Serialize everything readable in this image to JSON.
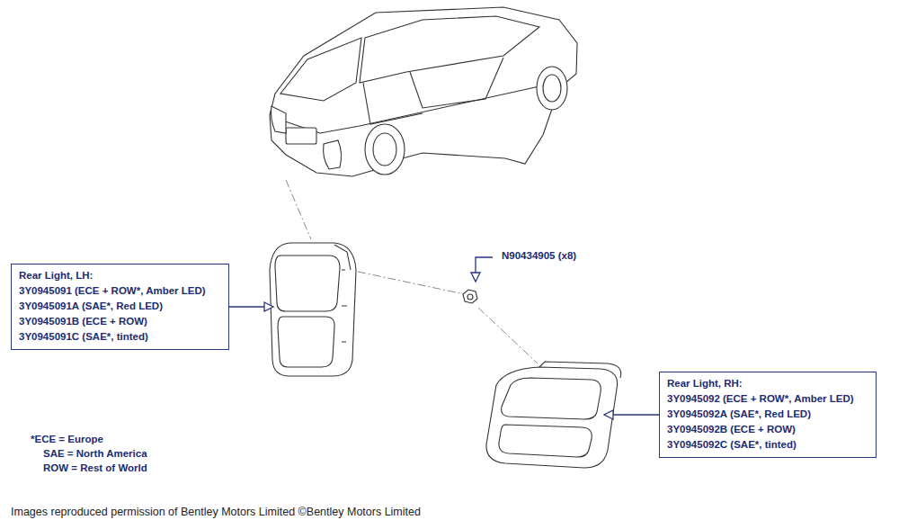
{
  "diagram": {
    "caption": "Images reproduced permission of Bentley Motors Limited ©Bentley Motors Limited",
    "nodes": [
      {
        "text": [
          "Rear Light, LH:",
          "3Y0945091 (ECE + ROW*, Amber LED)",
          "3Y0945091A (SAE*, Red LED)",
          "3Y0945091B (ECE + ROW)",
          "3Y0945091C (SAE*, tinted)"
        ]
      },
      {
        "text": [
          "Rear Light, RH:",
          "3Y0945092 (ECE + ROW*, Amber LED)",
          "3Y0945092A (SAE*, Red LED)",
          "3Y0945092B (ECE + ROW)",
          "3Y0945092C (SAE*, tinted)"
        ]
      }
    ],
    "labels": [
      "N90434905 (x8)",
      "*ECE = Europe",
      "SAE = North America",
      "ROW = Rest of World"
    ]
  }
}
